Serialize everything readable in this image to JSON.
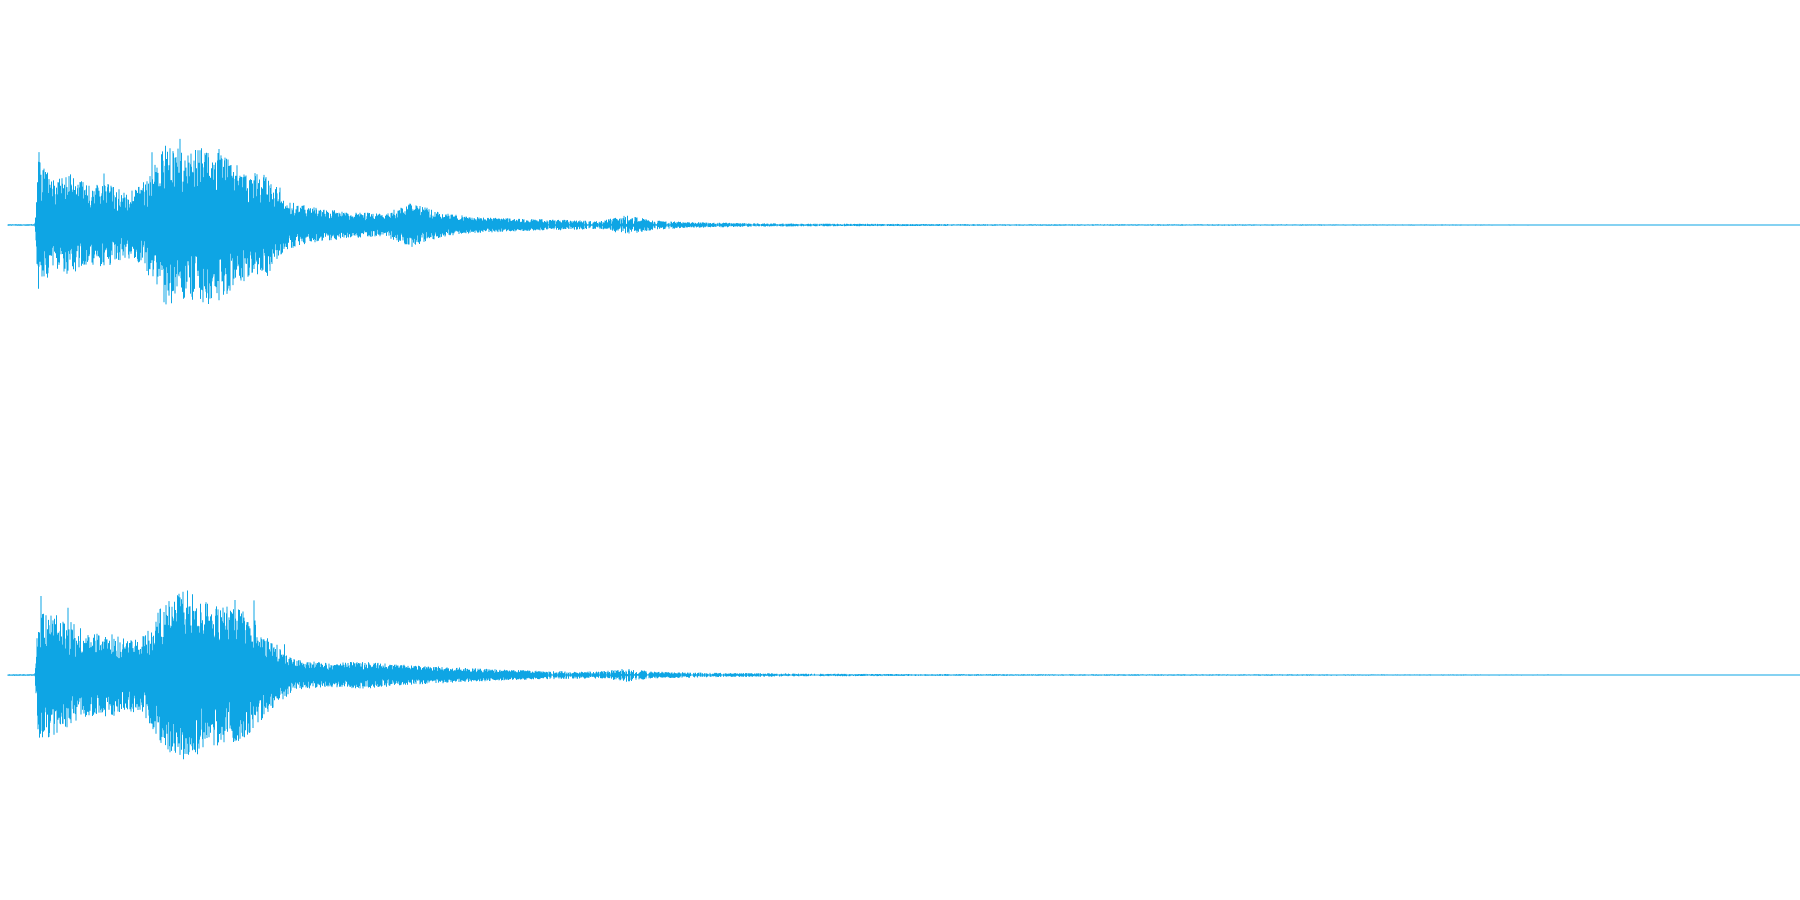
{
  "waveform": {
    "color": "#0ea5e4",
    "channels": [
      {
        "channel": "left",
        "peak_envelope": [
          {
            "t": 0.0,
            "amp": 0.01
          },
          {
            "t": 0.015,
            "amp": 0.01
          },
          {
            "t": 0.017,
            "amp": 0.82
          },
          {
            "t": 0.025,
            "amp": 0.55
          },
          {
            "t": 0.035,
            "amp": 0.62
          },
          {
            "t": 0.045,
            "amp": 0.48
          },
          {
            "t": 0.055,
            "amp": 0.52
          },
          {
            "t": 0.065,
            "amp": 0.4
          },
          {
            "t": 0.075,
            "amp": 0.5
          },
          {
            "t": 0.088,
            "amp": 0.98
          },
          {
            "t": 0.1,
            "amp": 0.9
          },
          {
            "t": 0.115,
            "amp": 1.0
          },
          {
            "t": 0.13,
            "amp": 0.7
          },
          {
            "t": 0.145,
            "amp": 0.62
          },
          {
            "t": 0.155,
            "amp": 0.3
          },
          {
            "t": 0.17,
            "amp": 0.22
          },
          {
            "t": 0.19,
            "amp": 0.16
          },
          {
            "t": 0.21,
            "amp": 0.14
          },
          {
            "t": 0.225,
            "amp": 0.28
          },
          {
            "t": 0.24,
            "amp": 0.16
          },
          {
            "t": 0.26,
            "amp": 0.1
          },
          {
            "t": 0.28,
            "amp": 0.08
          },
          {
            "t": 0.3,
            "amp": 0.07
          },
          {
            "t": 0.33,
            "amp": 0.05
          },
          {
            "t": 0.345,
            "amp": 0.12
          },
          {
            "t": 0.36,
            "amp": 0.06
          },
          {
            "t": 0.38,
            "amp": 0.035
          },
          {
            "t": 0.42,
            "amp": 0.02
          },
          {
            "t": 0.47,
            "amp": 0.015
          },
          {
            "t": 0.52,
            "amp": 0.012
          },
          {
            "t": 0.57,
            "amp": 0.01
          },
          {
            "t": 1.0,
            "amp": 0.005
          }
        ]
      },
      {
        "channel": "right",
        "peak_envelope": [
          {
            "t": 0.0,
            "amp": 0.01
          },
          {
            "t": 0.015,
            "amp": 0.01
          },
          {
            "t": 0.017,
            "amp": 0.75
          },
          {
            "t": 0.025,
            "amp": 0.72
          },
          {
            "t": 0.035,
            "amp": 0.62
          },
          {
            "t": 0.045,
            "amp": 0.5
          },
          {
            "t": 0.055,
            "amp": 0.52
          },
          {
            "t": 0.065,
            "amp": 0.42
          },
          {
            "t": 0.075,
            "amp": 0.45
          },
          {
            "t": 0.088,
            "amp": 0.88
          },
          {
            "t": 0.1,
            "amp": 1.0
          },
          {
            "t": 0.115,
            "amp": 0.85
          },
          {
            "t": 0.13,
            "amp": 0.78
          },
          {
            "t": 0.145,
            "amp": 0.45
          },
          {
            "t": 0.16,
            "amp": 0.18
          },
          {
            "t": 0.18,
            "amp": 0.14
          },
          {
            "t": 0.2,
            "amp": 0.16
          },
          {
            "t": 0.22,
            "amp": 0.12
          },
          {
            "t": 0.24,
            "amp": 0.1
          },
          {
            "t": 0.26,
            "amp": 0.08
          },
          {
            "t": 0.28,
            "amp": 0.06
          },
          {
            "t": 0.3,
            "amp": 0.05
          },
          {
            "t": 0.33,
            "amp": 0.04
          },
          {
            "t": 0.345,
            "amp": 0.08
          },
          {
            "t": 0.36,
            "amp": 0.04
          },
          {
            "t": 0.4,
            "amp": 0.025
          },
          {
            "t": 0.45,
            "amp": 0.015
          },
          {
            "t": 0.5,
            "amp": 0.012
          },
          {
            "t": 0.56,
            "amp": 0.01
          },
          {
            "t": 1.0,
            "amp": 0.005
          }
        ]
      }
    ]
  }
}
